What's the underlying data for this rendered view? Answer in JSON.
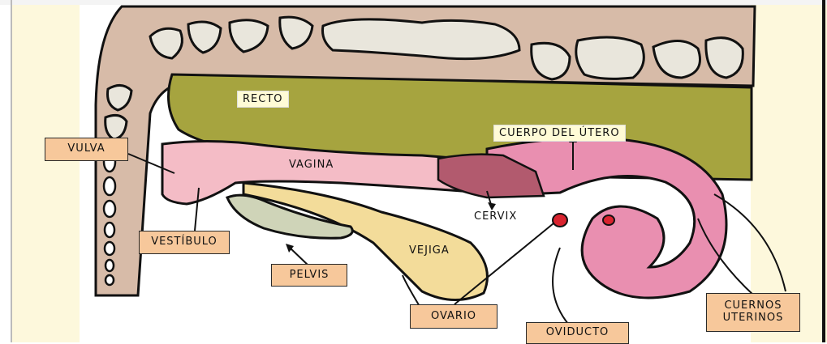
{
  "labels": {
    "recto": "RECTO",
    "cuerpo_utero": "CUERPO DEL ÚTERO",
    "vagina": "VAGINA",
    "cervix": "CERVIX",
    "vejiga": "VEJIGA"
  },
  "boxes": {
    "vulva": "VULVA",
    "vestibulo": "VESTÍBULO",
    "pelvis": "PELVIS",
    "ovario": "OVARIO",
    "oviducto": "OVIDUCTO",
    "cuernos": "CUERNOS\nUTERINOS"
  },
  "colors": {
    "bone": "#d7bba8",
    "rectum": "#a6a43f",
    "vagina": "#f4bcc6",
    "uterus": "#e98fb0",
    "cervix": "#b25a6e",
    "bladder": "#f3dc9a",
    "pelvis": "#cfd4b8",
    "ovary": "#d9242f",
    "label_box": "#f7c89b",
    "panel": "#fdf8dc"
  }
}
